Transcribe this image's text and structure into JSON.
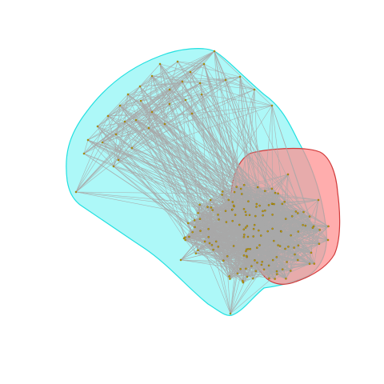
{
  "figure": {
    "type": "network-graph",
    "background": "#ffffff",
    "edge_color": "#a8a8a8",
    "node_fill": "#c8a000",
    "node_stroke": "#5a4800",
    "groups": [
      {
        "id": "cyan-group",
        "fill": "#9ff7f7",
        "stroke": "#22e0e0",
        "fill_opacity": 0.85
      },
      {
        "id": "red-group",
        "fill": "#ff8a8a",
        "stroke": "#d23b3b",
        "fill_opacity": 0.7
      }
    ],
    "labels": []
  }
}
